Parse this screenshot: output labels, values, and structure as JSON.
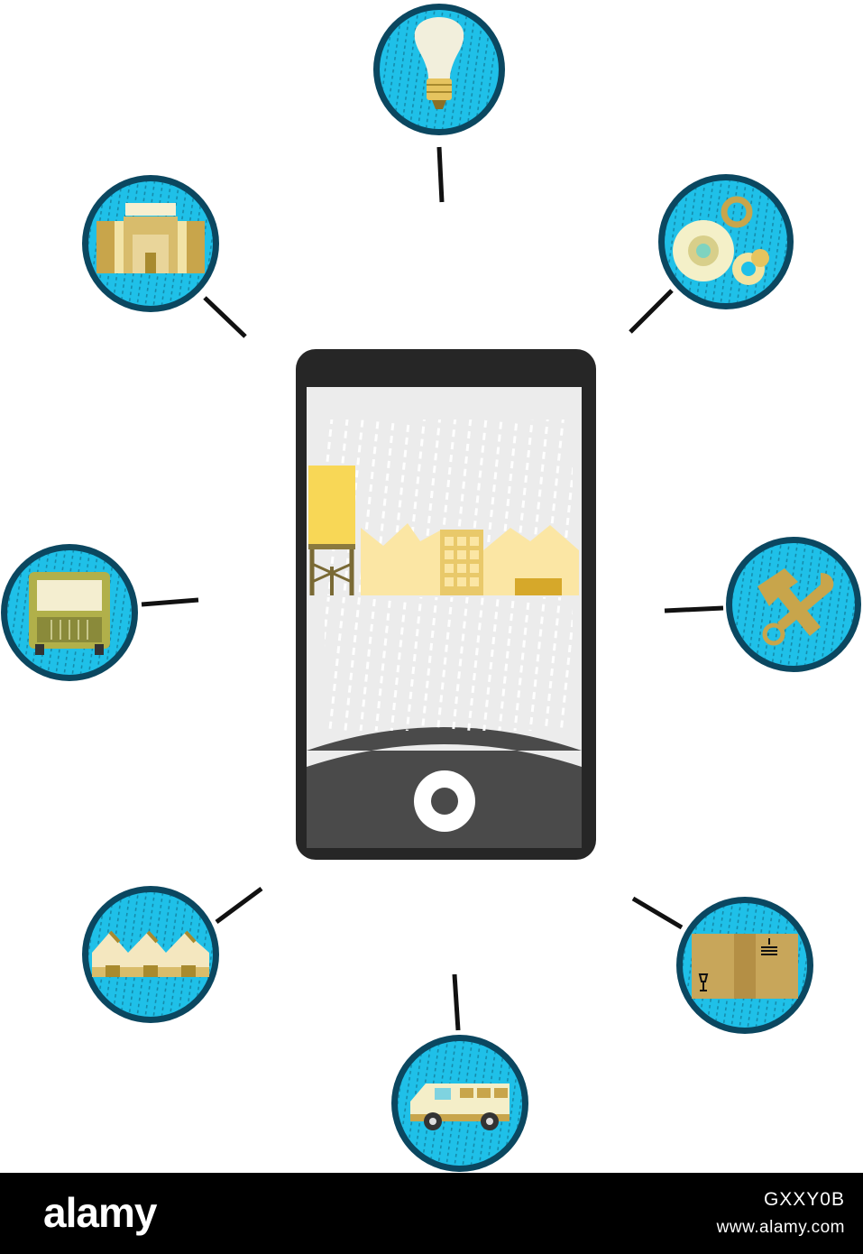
{
  "colors": {
    "badge_fill": "#1fc0e8",
    "badge_ring": "#0b4760",
    "tan": "#c8a54b",
    "cream": "#f7e4a3",
    "phone_body": "#262626",
    "screen": "#ececec"
  },
  "phone": {
    "screen_scene": "factory-buildings",
    "home_button_icon": "home-button-icon"
  },
  "icons": [
    "light-bulb-icon",
    "gears-icon",
    "wrench-hammer-icon",
    "cardboard-box-icon",
    "bus-icon",
    "warehouse-icon",
    "truck-icon",
    "office-building-icon"
  ],
  "footer": {
    "logo": "alamy",
    "image_id": "GXXY0B",
    "url": "www.alamy.com"
  }
}
